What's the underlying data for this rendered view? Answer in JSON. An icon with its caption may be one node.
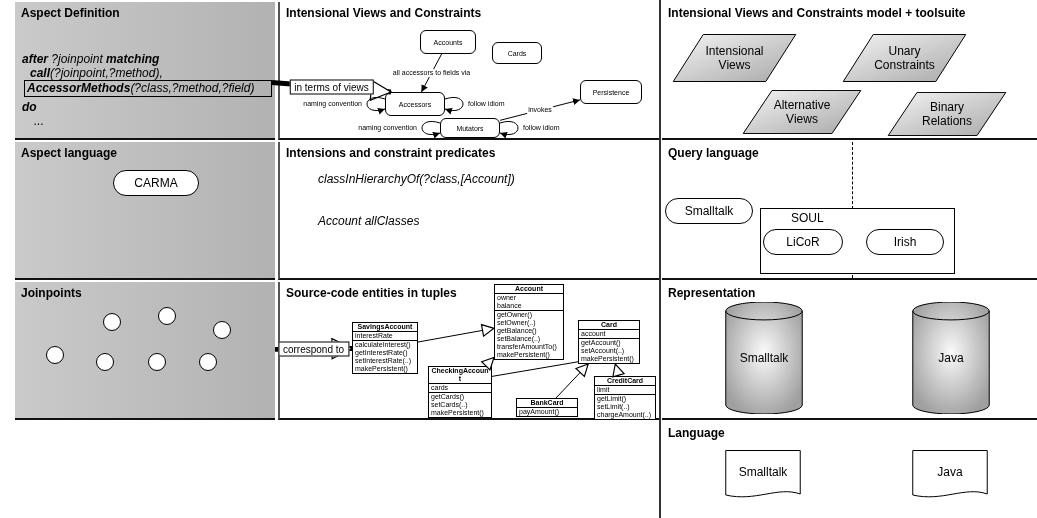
{
  "diagram": {
    "nodes": [
      {
        "text": [
          "Aspect Definition"
        ]
      },
      {
        "text": [
          "**AccessorMethods**(?class,?method,?field)"
        ],
        "in": 0
      },
      {
        "text": [
          "Intensional Views and Constraints"
        ]
      },
      {
        "text": [
          "Accounts"
        ],
        "in": 2
      },
      {
        "text": [
          "Cards"
        ],
        "in": 2
      },
      {
        "text": [
          "Accessors"
        ],
        "in": 2
      },
      {
        "text": [
          "Persistence"
        ],
        "in": 2
      },
      {
        "text": [
          "Mutators"
        ],
        "in": 2
      },
      {
        "text": [
          "Intensional Views and Constraints model + toolsuite"
        ]
      },
      {
        "text": [
          "Intensional Views"
        ],
        "in": 8
      },
      {
        "text": [
          "Unary Constraints"
        ],
        "in": 8
      },
      {
        "text": [
          "Alternative Views"
        ],
        "in": 8
      },
      {
        "text": [
          "Binary Relations"
        ],
        "in": 8
      },
      {
        "text": [
          "Aspect language"
        ]
      },
      {
        "text": [
          "CARMA"
        ],
        "in": 13
      },
      {
        "text": [
          "Intensions and constraint predicates"
        ]
      },
      {
        "text": [
          "Query language"
        ]
      },
      {
        "text": [
          "Smalltalk"
        ],
        "in": 16
      },
      {
        "text": [
          "SOUL"
        ],
        "in": 16
      },
      {
        "text": [
          "LiCoR"
        ],
        "in": 18
      },
      {
        "text": [
          "Irish"
        ],
        "in": 18
      },
      {
        "text": [
          "Joinpoints"
        ]
      },
      {
        "text": [],
        "shape": "circle",
        "in": 21
      },
      {
        "text": [],
        "shape": "circle",
        "in": 21
      },
      {
        "text": [],
        "shape": "circle",
        "in": 21
      },
      {
        "text": [],
        "shape": "circle",
        "in": 21
      },
      {
        "text": [],
        "shape": "circle",
        "in": 21
      },
      {
        "text": [],
        "shape": "circle",
        "in": 21
      },
      {
        "text": [],
        "shape": "circle",
        "in": 21
      },
      {
        "text": [
          "Source-code entities in tuples"
        ]
      },
      {
        "text": [
          "Account",
          "owner",
          "balance",
          "getOwner()",
          "setOwner(..)",
          "getBalance()",
          "setBalance(..)",
          "transferAmountTo()",
          "makePersistent()"
        ],
        "in": 29
      },
      {
        "text": [
          "SavingsAccount",
          "interestRate",
          "calculateInterest()",
          "getInterestRate()",
          "setInterestRate(..)",
          "makePersistent()"
        ],
        "in": 29
      },
      {
        "text": [
          "Card",
          "account",
          "getAccount()",
          "setAccount(..)",
          "makePersistent()"
        ],
        "in": 29
      },
      {
        "text": [
          "CheckingAccount",
          "cards",
          "getCards()",
          "setCards(..)",
          "makePersistent()"
        ],
        "in": 29
      },
      {
        "text": [
          "BankCard",
          "payAmount()"
        ],
        "in": 29
      },
      {
        "text": [
          "CreditCard",
          "limit",
          "getLimit()",
          "setLimit(..)",
          "chargeAmount(..)"
        ],
        "in": 29
      },
      {
        "text": [
          "Representation"
        ]
      },
      {
        "text": [
          "Smalltalk"
        ],
        "in": 36
      },
      {
        "text": [
          "Java"
        ],
        "in": 36
      },
      {
        "text": [
          "Language"
        ]
      },
      {
        "text": [
          "Smalltalk"
        ],
        "in": 39
      },
      {
        "text": [
          "Java"
        ],
        "in": 39
      }
    ],
    "edges": [
      {
        "from": 1,
        "to": 5,
        "arrow": "to",
        "label": "in terms of views",
        "style": "thick"
      },
      {
        "from": 3,
        "to": 5,
        "arrow": "to",
        "label": "all accessors to fields via"
      },
      {
        "from": 5,
        "to": 5,
        "arrow": "to",
        "label": "naming convention"
      },
      {
        "from": 5,
        "to": 5,
        "arrow": "to",
        "label": "follow idiom"
      },
      {
        "from": 7,
        "to": 6,
        "arrow": "to",
        "label": "invokes"
      },
      {
        "from": 7,
        "to": 7,
        "arrow": "to",
        "label": "naming convention"
      },
      {
        "from": 7,
        "to": 7,
        "arrow": "to",
        "label": "follow idiom"
      },
      {
        "from": 21,
        "to": 31,
        "arrow": "to",
        "label": "correspond to",
        "style": "thick"
      },
      {
        "from": 31,
        "to": 30,
        "arrow": "to"
      },
      {
        "from": 33,
        "to": 30,
        "arrow": "to"
      },
      {
        "from": 33,
        "to": 32,
        "arrow": "none"
      },
      {
        "from": 34,
        "to": 32,
        "arrow": "to"
      },
      {
        "from": 35,
        "to": 32,
        "arrow": "to"
      }
    ],
    "labels": [
      "**after** ?joinpoint **matching**",
      "**call**(?joinpoint,?method),",
      "do",
      "...",
      "classInHierarchyOf(?class,[Account])",
      "Account allClasses"
    ]
  }
}
